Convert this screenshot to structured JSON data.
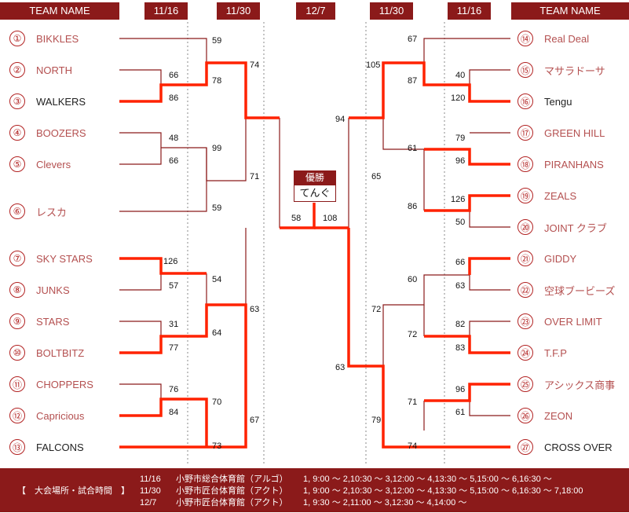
{
  "headers": {
    "team_left": "TEAM NAME",
    "r1_left": "11/16",
    "r2_left": "11/30",
    "final": "12/7",
    "r2_right": "11/30",
    "r1_right": "11/16",
    "team_right": "TEAM NAME"
  },
  "left_teams": [
    {
      "num": "①",
      "name": "BIKKLES",
      "win": false
    },
    {
      "num": "②",
      "name": "NORTH",
      "win": false
    },
    {
      "num": "③",
      "name": "WALKERS",
      "win": true
    },
    {
      "num": "④",
      "name": "BOOZERS",
      "win": false
    },
    {
      "num": "⑤",
      "name": "Clevers",
      "win": false
    },
    {
      "num": "⑥",
      "name": "レスカ",
      "win": false
    },
    {
      "num": "⑦",
      "name": "SKY STARS",
      "win": false
    },
    {
      "num": "⑧",
      "name": "JUNKS",
      "win": false
    },
    {
      "num": "⑨",
      "name": "STARS",
      "win": false
    },
    {
      "num": "⑩",
      "name": "BOLTBITZ",
      "win": false
    },
    {
      "num": "⑪",
      "name": "CHOPPERS",
      "win": false
    },
    {
      "num": "⑫",
      "name": "Capricious",
      "win": false
    },
    {
      "num": "⑬",
      "name": "FALCONS",
      "win": true
    }
  ],
  "right_teams": [
    {
      "num": "⑭",
      "name": "Real Deal",
      "win": false
    },
    {
      "num": "⑮",
      "name": "マサラドーサ",
      "win": false
    },
    {
      "num": "⑯",
      "name": "Tengu",
      "win": true
    },
    {
      "num": "⑰",
      "name": "GREEN HILL",
      "win": false
    },
    {
      "num": "⑱",
      "name": "PIRANHANS",
      "win": false
    },
    {
      "num": "⑲",
      "name": "ZEALS",
      "win": false
    },
    {
      "num": "⑳",
      "name": "JOINT クラブ",
      "win": false
    },
    {
      "num": "㉑",
      "name": "GIDDY",
      "win": false
    },
    {
      "num": "㉒",
      "name": "空球ブービーズ",
      "win": false
    },
    {
      "num": "㉓",
      "name": "OVER LIMIT",
      "win": false
    },
    {
      "num": "㉔",
      "name": "T.F.P",
      "win": false
    },
    {
      "num": "㉕",
      "name": "アシックス商事",
      "win": false
    },
    {
      "num": "㉖",
      "name": "ZEON",
      "win": false
    },
    {
      "num": "㉗",
      "name": "CROSS OVER",
      "win": true
    }
  ],
  "scores": [
    "59",
    "66",
    "86",
    "78",
    "48",
    "66",
    "99",
    "59",
    "74",
    "71",
    "126",
    "57",
    "54",
    "31",
    "77",
    "64",
    "76",
    "84",
    "70",
    "73",
    "63",
    "67",
    "58",
    "108",
    "67",
    "105",
    "87",
    "40",
    "120",
    "79",
    "96",
    "61",
    "126",
    "50",
    "86",
    "65",
    "94",
    "66",
    "63",
    "60",
    "82",
    "83",
    "72",
    "72",
    "96",
    "61",
    "71",
    "74",
    "79",
    "63"
  ],
  "champion": {
    "label": "優勝",
    "name": "てんぐ"
  },
  "footer": {
    "label": "【　大会場所・試合時間　】",
    "rows": [
      {
        "date": "11/16",
        "venue": "小野市総合体育館（アルゴ）",
        "times": "1, 9:00 ～ 2,10:30 ～ 3,12:00 ～ 4,13:30 ～ 5,15:00 ～ 6,16:30 ～"
      },
      {
        "date": "11/30",
        "venue": "小野市匠台体育館（アクト）",
        "times": "1, 9:00 ～ 2,10:30 ～ 3,12:00 ～ 4,13:30 ～ 5,15:00 ～ 6,16:30 ～ 7,18:00"
      },
      {
        "date": "12/7",
        "venue": "小野市匠台体育館（アクト）",
        "times": "1, 9:30 ～ 2,11:00 ～ 3,12:30 ～ 4,14:00 ～"
      }
    ]
  },
  "colors": {
    "accent": "#8b1a1a",
    "win_line": "#ff2200",
    "line": "#8b1a1a",
    "dotted": "#888888"
  }
}
